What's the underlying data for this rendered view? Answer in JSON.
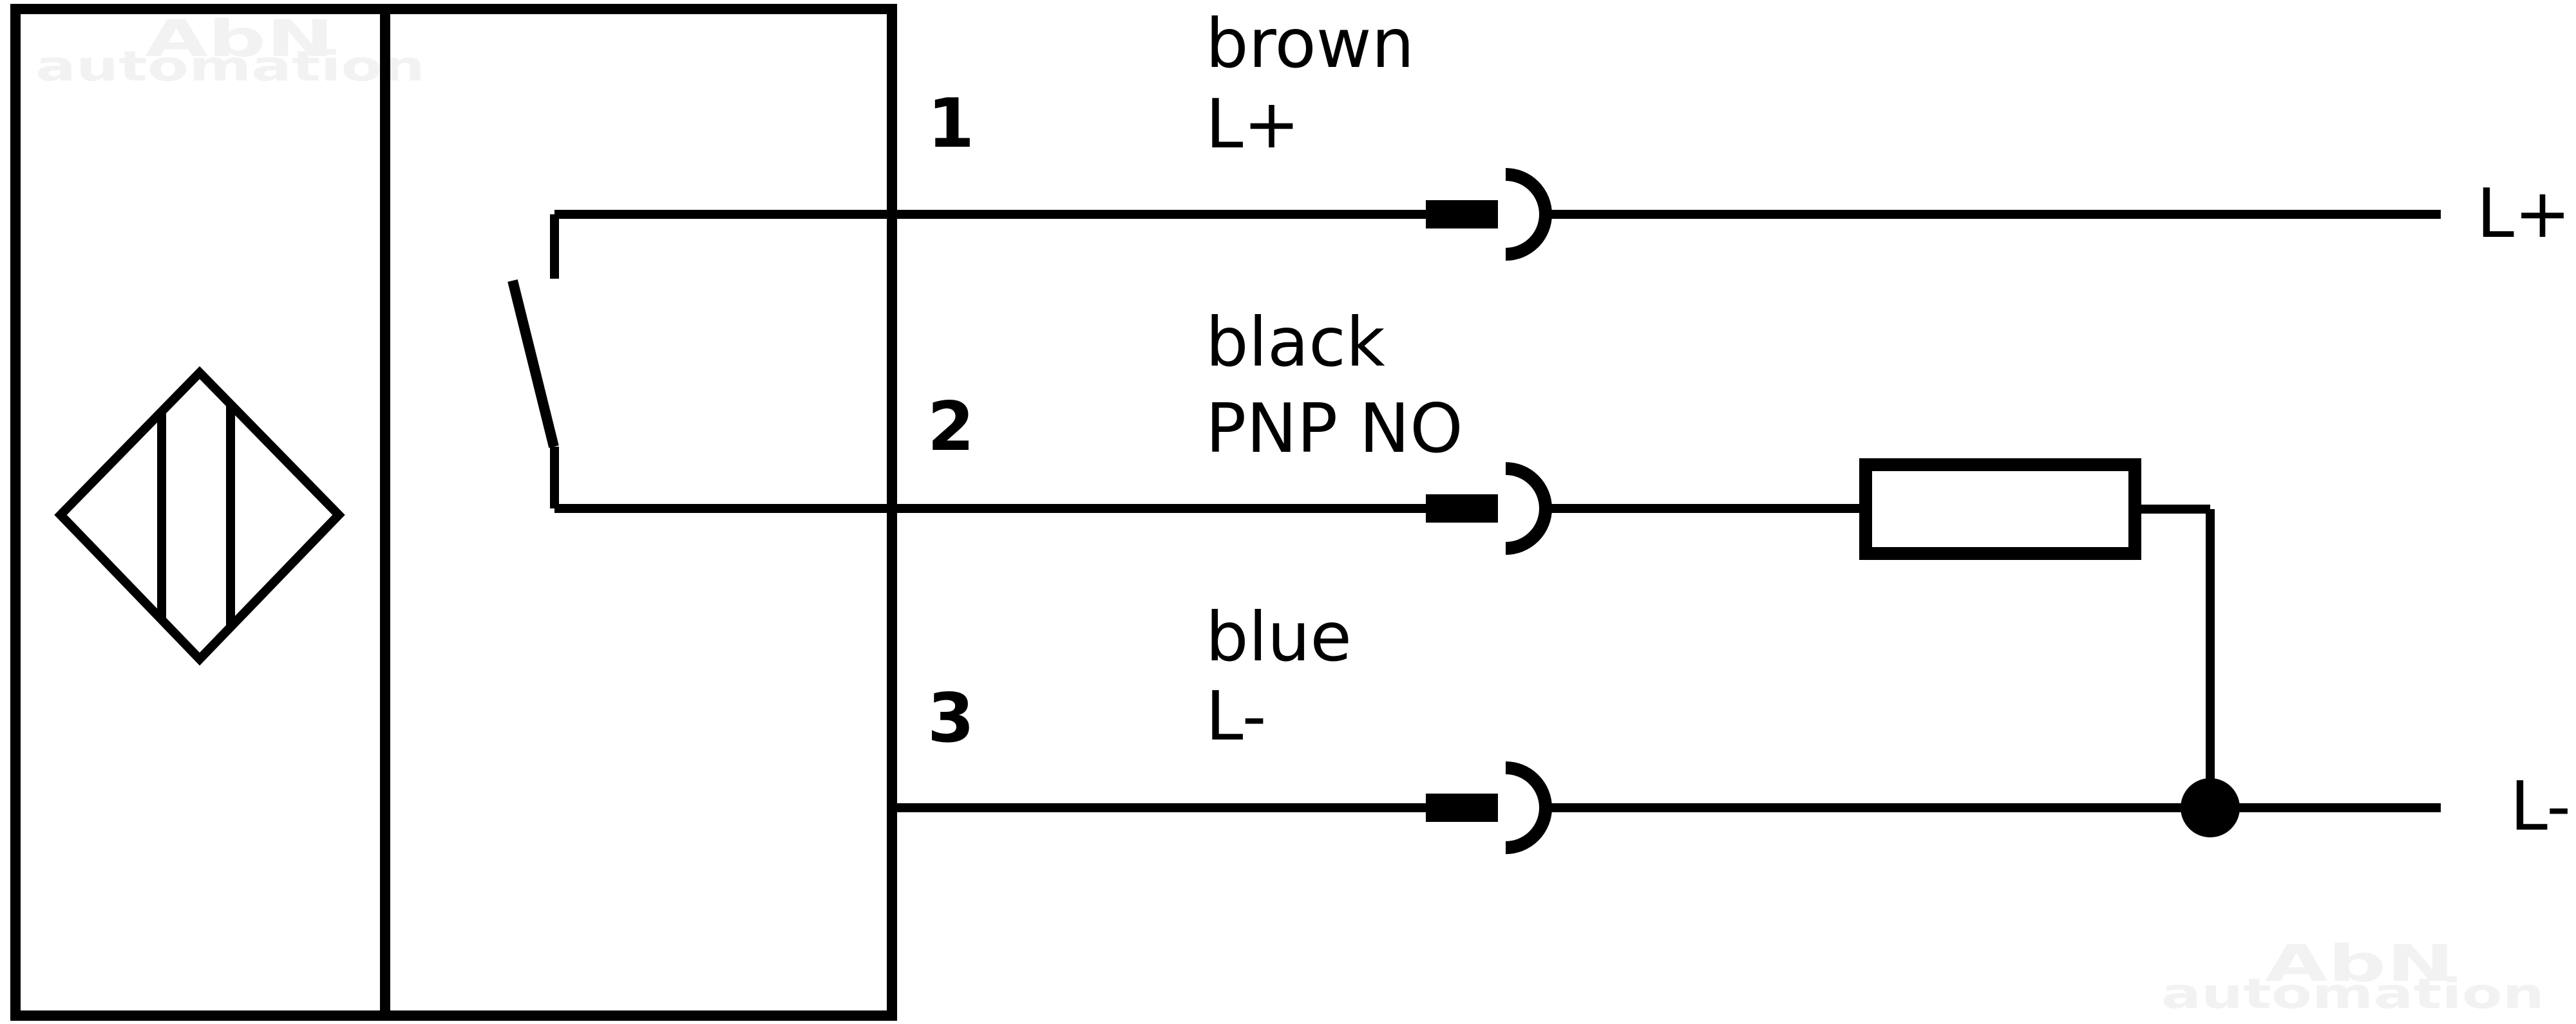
{
  "colors": {
    "background": "#ffffff",
    "line": "#000000",
    "watermark": "#f2f2f2"
  },
  "watermark": {
    "line1": "AbN",
    "line2": "automation"
  },
  "pins": [
    {
      "number": "1",
      "wire_color": "brown",
      "signal": "L+",
      "terminal": "L+"
    },
    {
      "number": "2",
      "wire_color": "black",
      "signal": "PNP NO"
    },
    {
      "number": "3",
      "wire_color": "blue",
      "signal": "L-",
      "terminal": "L-"
    }
  ]
}
